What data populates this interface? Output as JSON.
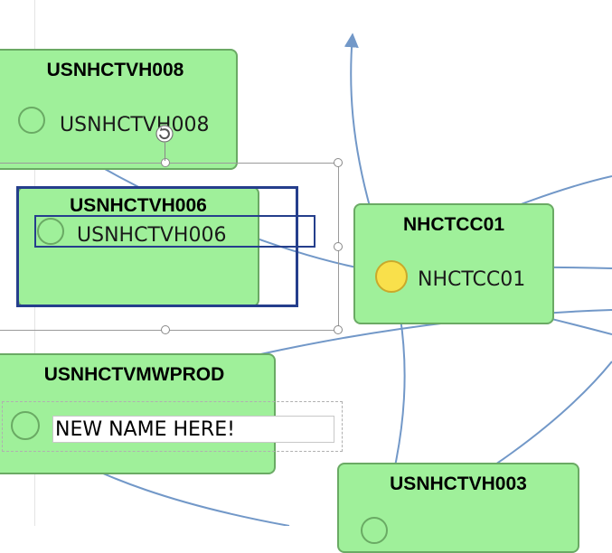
{
  "nodes": {
    "n008": {
      "title": "USNHCTVH008",
      "label": "USNHCTVH008"
    },
    "n006": {
      "title": "USNHCTVH006",
      "label": "USNHCTVH006"
    },
    "ncc01": {
      "title": "NHCTCC01",
      "label": "NHCTCC01"
    },
    "nmw": {
      "title": "USNHCTVMWPROD"
    },
    "n003": {
      "title": "USNHCTVH003"
    }
  },
  "rename_input": {
    "value": "NEW NAME HERE!"
  },
  "colors": {
    "node_fill": "#9ff09a",
    "node_border": "#6aaa64",
    "edge": "#7298c8",
    "selection": "#253e8c",
    "active_port": "#f9e04b"
  },
  "icons": {
    "rotate_handle": "rotate-icon"
  }
}
